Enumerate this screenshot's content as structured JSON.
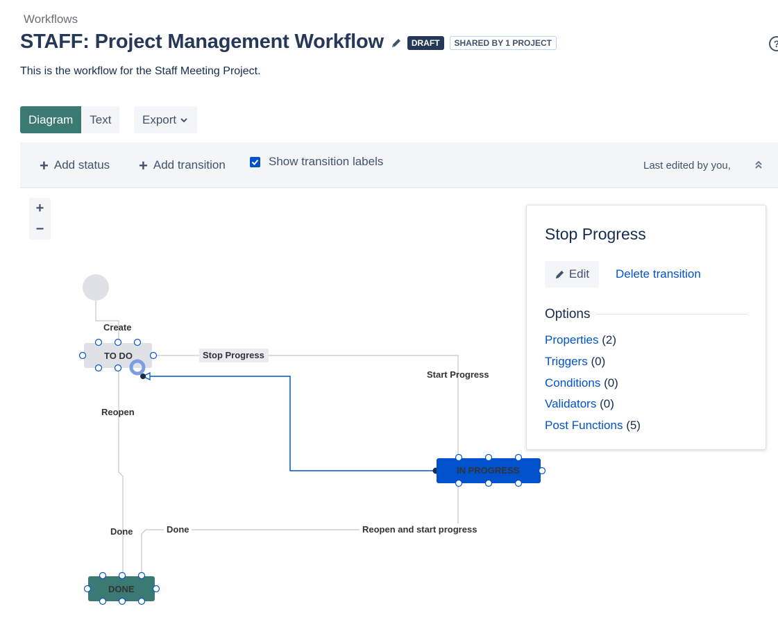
{
  "breadcrumb": "Workflows",
  "title": "STAFF: Project Management Workflow",
  "badges": {
    "draft": "DRAFT",
    "shared": "SHARED BY 1 PROJECT"
  },
  "help_label": "?",
  "description": "This is the workflow for the Staff Meeting Project.",
  "view_tabs": {
    "diagram": "Diagram",
    "text": "Text"
  },
  "export": {
    "label": "Export",
    "icon": "chevron-down-icon"
  },
  "toolbar": {
    "add_status": "Add status",
    "add_transition": "Add transition",
    "show_labels": "Show transition labels",
    "show_labels_checked": true,
    "last_edited": "Last edited by you,"
  },
  "zoom": {
    "in": "+",
    "out": "−"
  },
  "diagram": {
    "statuses": {
      "todo": "TO DO",
      "in_progress": "IN PROGRESS",
      "done": "DONE"
    },
    "transitions": {
      "create": "Create",
      "stop_progress": "Stop Progress",
      "start_progress": "Start Progress",
      "reopen": "Reopen",
      "done_left": "Done",
      "done_mid": "Done",
      "reopen_start": "Reopen and start progress"
    },
    "colors": {
      "todo": "#dfe1e6",
      "in_progress": "#0052cc",
      "done": "#3b7a73",
      "selected_edge": "#0052cc"
    }
  },
  "panel": {
    "title": "Stop Progress",
    "edit": "Edit",
    "delete": "Delete transition",
    "options_heading": "Options",
    "options": [
      {
        "label": "Properties",
        "count": "(2)"
      },
      {
        "label": "Triggers",
        "count": "(0)"
      },
      {
        "label": "Conditions",
        "count": "(0)"
      },
      {
        "label": "Validators",
        "count": "(0)"
      },
      {
        "label": "Post Functions",
        "count": "(5)"
      }
    ]
  }
}
